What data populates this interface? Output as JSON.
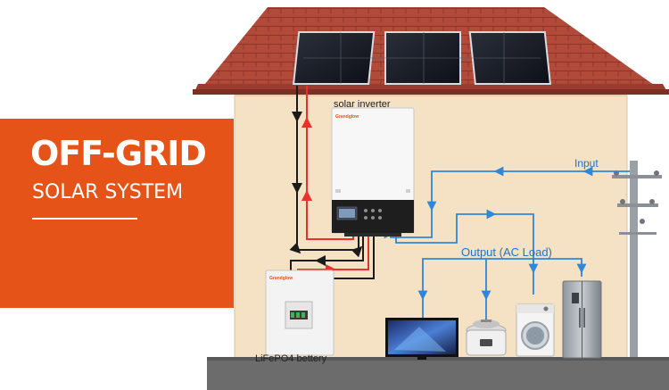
{
  "banner": {
    "title": "OFF-GRID",
    "subtitle": "SOLAR SYSTEM"
  },
  "labels": {
    "inverter": "solar inverter",
    "input": "Input",
    "output": "Output (AC Load)",
    "battery": "LiFePO4 bettery",
    "brand": "Grandglow"
  },
  "colors": {
    "banner": "#e55318",
    "positive_wire": "#e8322b",
    "negative_wire": "#1b1b1b",
    "ac_wire": "#2f87d9",
    "wall": "#f5e1c3",
    "roof": "#b24a3a"
  },
  "loads": [
    "tv-icon",
    "rice-cooker-icon",
    "washing-machine-icon",
    "refrigerator-icon"
  ]
}
